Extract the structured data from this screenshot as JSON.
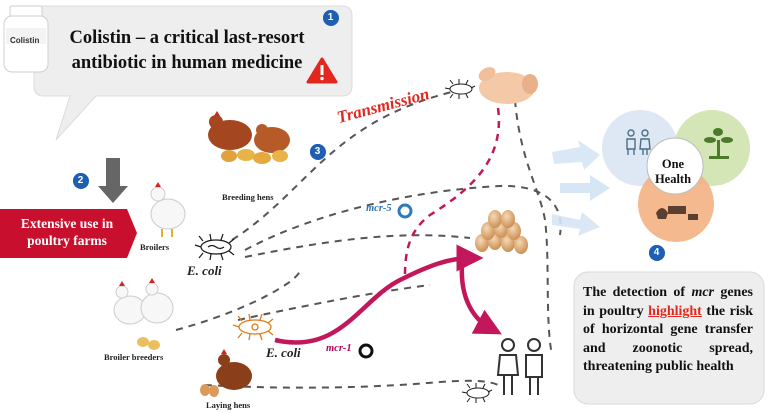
{
  "callout": {
    "title_line1": "Colistin – a critical last-resort",
    "title_line2": "antibiotic in human medicine",
    "bottle_label": "Colistin"
  },
  "steps": [
    "1",
    "2",
    "3",
    "4"
  ],
  "extensive_use": {
    "line1": "Extensive use in",
    "line2": "poultry farms"
  },
  "labels": {
    "breeding_hens": "Breeding hens",
    "broilers": "Broilers",
    "broiler_breeders": "Broiler breeders",
    "laying_hens": "Laying hens",
    "ecoli_1": "E. coli",
    "ecoli_2": "E. coli",
    "mcr5": "mcr-5",
    "mcr1": "mcr-1",
    "transmission": "Transmission"
  },
  "one_health": {
    "line1": "One",
    "line2": "Health",
    "colors": {
      "human": "#d9e6f2",
      "plant": "#c9e0a6",
      "animal": "#f5b183"
    }
  },
  "conclusion": {
    "part1": "The detection of ",
    "mcr": "mcr",
    "part2": " genes in poultry ",
    "highlight": "highlight",
    "part3": " the risk of horizontal gene transfer and zoonotic spread, threatening public health"
  },
  "colors": {
    "accent_red": "#c8102e",
    "transmission_red": "#e2271f",
    "mcr_pink": "#b5005b",
    "step_blue": "#1f5fb3",
    "dash_gray": "#555555"
  }
}
